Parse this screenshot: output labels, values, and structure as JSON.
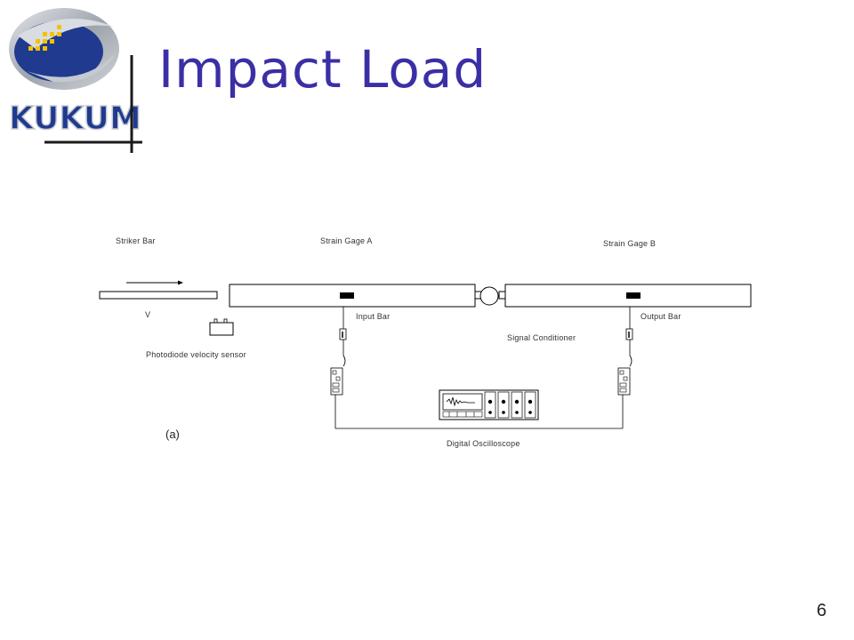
{
  "slide": {
    "title": "Impact Load",
    "page_number": "6",
    "logo_text": "KUKUM"
  },
  "diagram": {
    "labels": {
      "striker_bar": "Striker Bar",
      "strain_gage_a": "Strain Gage A",
      "strain_gage_b": "Strain Gage B",
      "velocity": "V",
      "input_bar": "Input Bar",
      "output_bar": "Output Bar",
      "signal_conditioner": "Signal Conditioner",
      "photodiode": "Photodiode velocity sensor",
      "digital_oscilloscope": "Digital Oscilloscope",
      "figure_tag": "(a)"
    }
  },
  "colors": {
    "title": "#3b2fa6",
    "logo_blue": "#1f3a8f",
    "logo_yellow": "#f2c200",
    "logo_silver": "#b8bcc4"
  }
}
